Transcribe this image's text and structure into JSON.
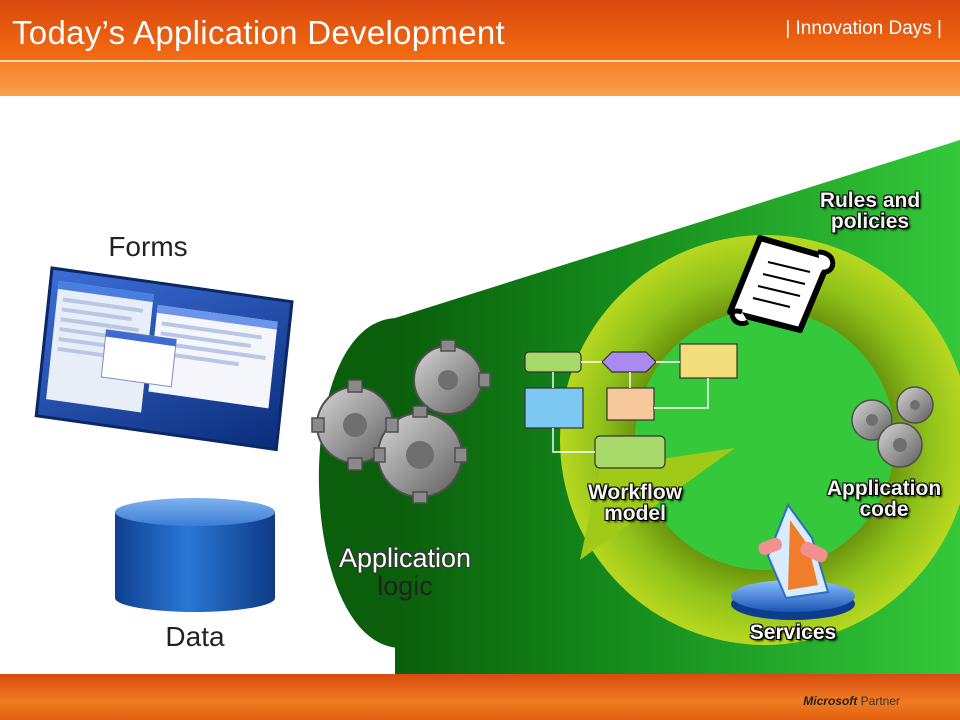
{
  "slide": {
    "title": "Today’s Application Development",
    "brand": "| Innovation Days |"
  },
  "labels": {
    "forms": "Forms",
    "data": "Data",
    "application_logic_line1": "Application",
    "application_logic_line2": "logic",
    "rules_line1": "Rules and",
    "rules_line2": "policies",
    "workflow_line1": "Workflow",
    "workflow_line2": "model",
    "appcode_line1": "Application",
    "appcode_line2": "code",
    "services": "Services"
  },
  "footer": {
    "logo_brand": "Microsoft",
    "logo_text": "Partner"
  },
  "colors": {
    "header_orange": "#f46d12",
    "cone_green": "#2cc22c",
    "ring_green": "#7ab80e",
    "cylinder_blue": "#1d5fb8"
  }
}
